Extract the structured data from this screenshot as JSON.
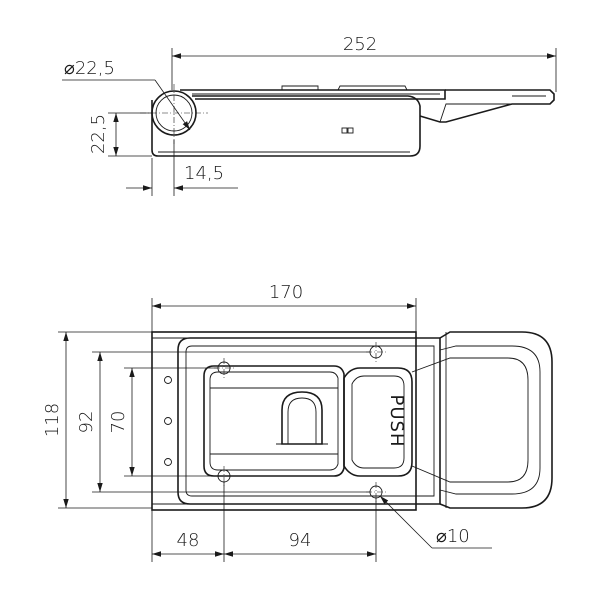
{
  "dimensions": {
    "top_length": "252",
    "pin_diameter": "⌀22,5",
    "pin_height": "22,5",
    "pin_offset": "14,5",
    "base_length": "170",
    "total_height": "118",
    "hole_spacing_outer": "92",
    "hole_spacing_inner": "70",
    "hole_x_left": "48",
    "hole_x_span": "94",
    "hole_diameter": "⌀10"
  },
  "labels": {
    "push": "PUSH"
  }
}
